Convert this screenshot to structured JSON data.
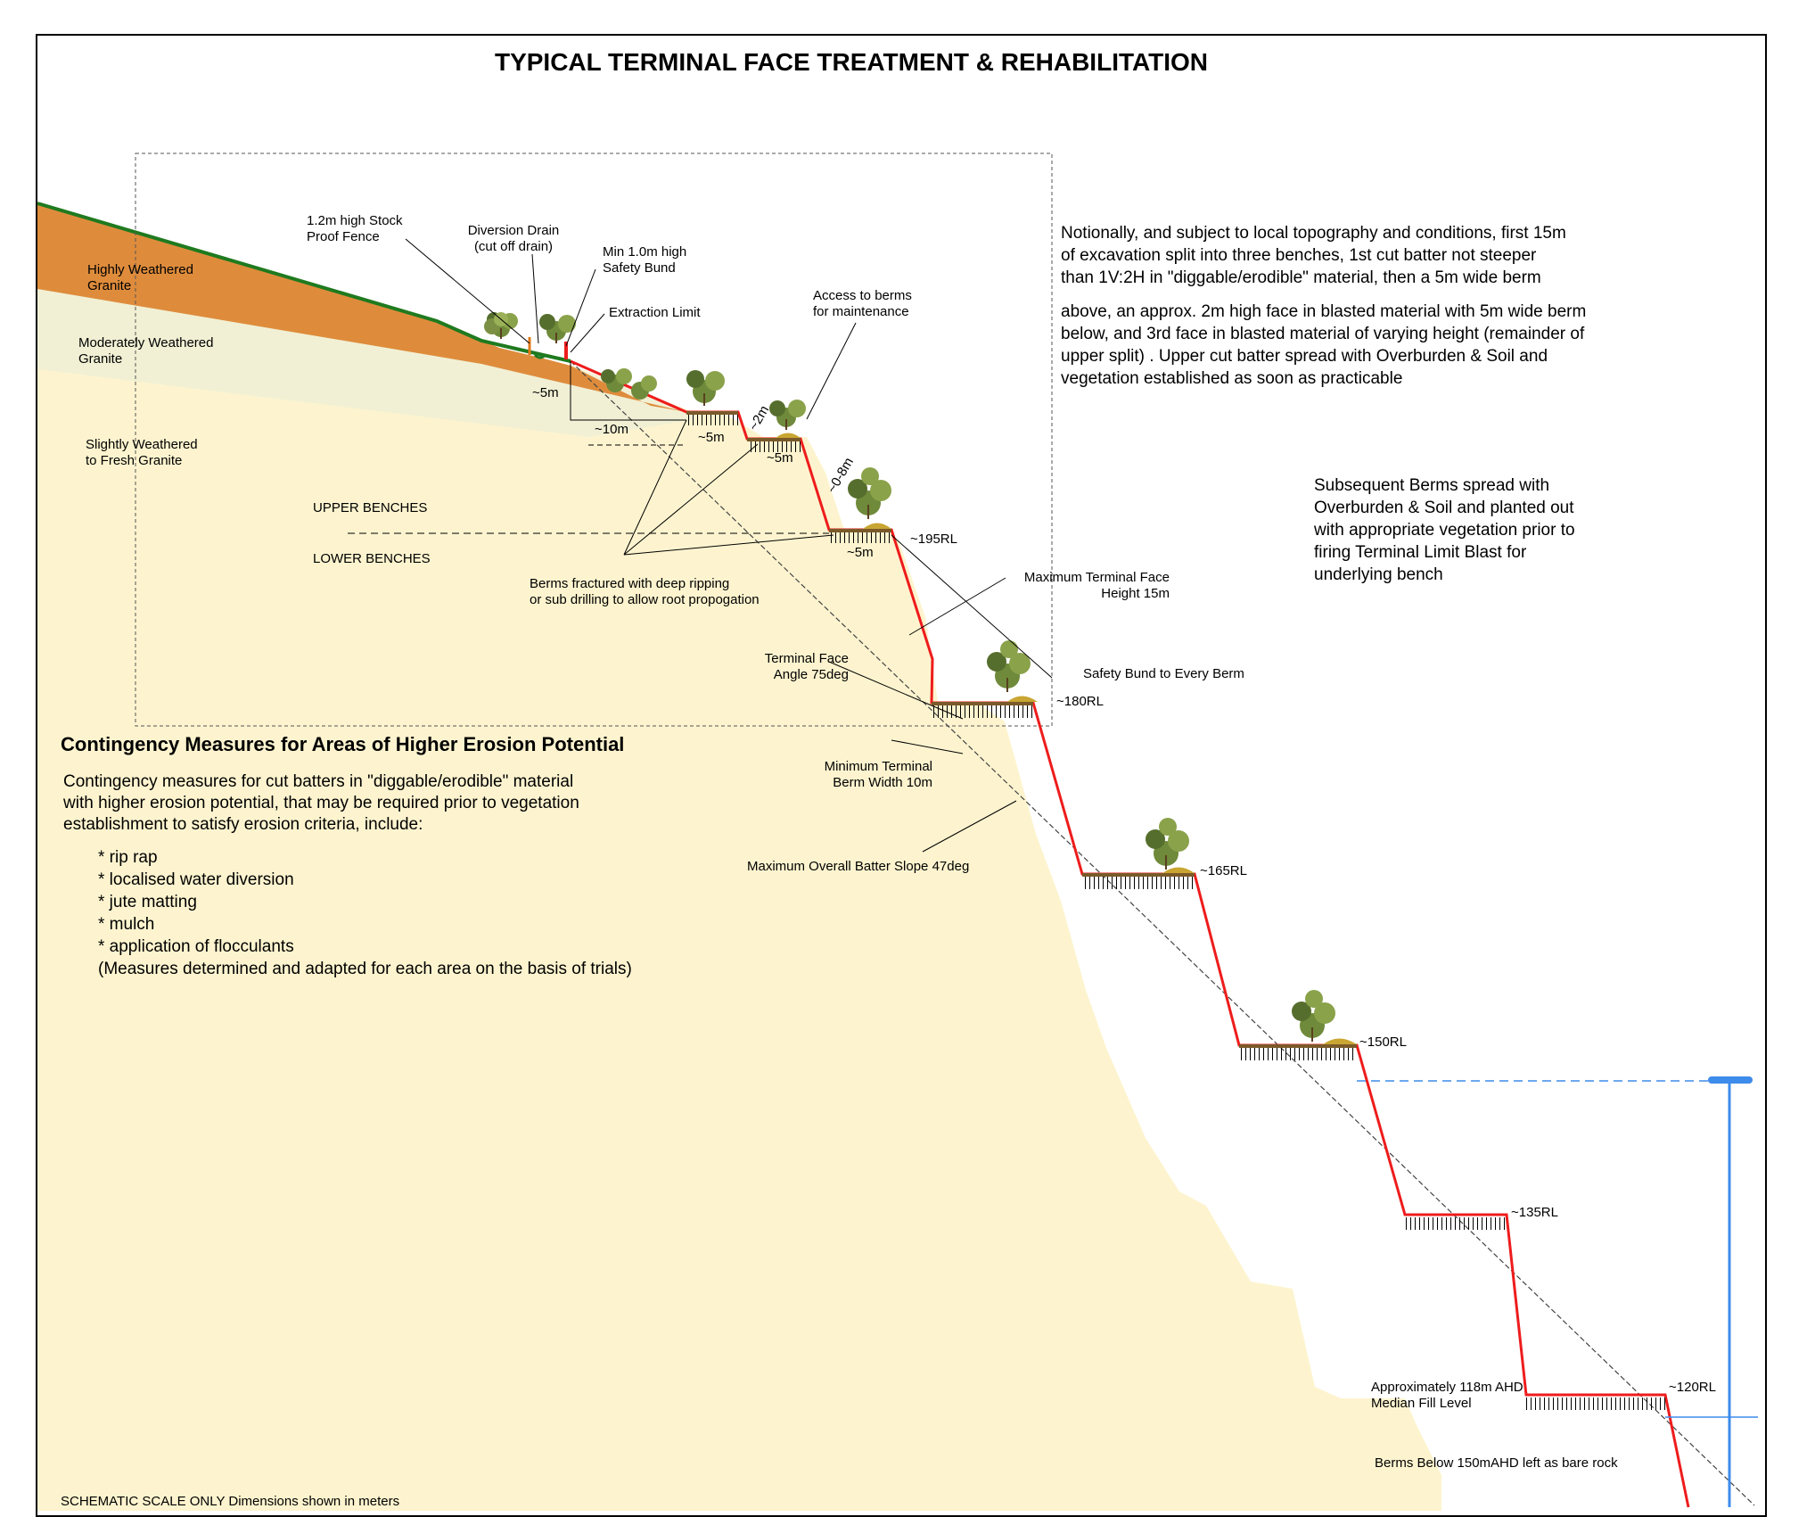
{
  "title": "TYPICAL  TERMINAL FACE TREATMENT & REHABILITATION",
  "colors": {
    "rock": "#fdf4cf",
    "highly_weathered": "#de8c3c",
    "moderately_weathered": "#f1f0d4",
    "ground_line": "#1f7a1f",
    "face_line": "#ee1c1c",
    "water": "#3d8bea",
    "bund": "#c9a532"
  },
  "strata": {
    "highly": "Highly Weathered\nGranite",
    "moderately": "Moderately Weathered\nGranite",
    "slightly": "Slightly Weathered\nto Fresh Granite"
  },
  "zones": {
    "upper": "UPPER BENCHES",
    "lower": "LOWER BENCHES"
  },
  "callouts": {
    "fence": "1.2m high Stock\nProof Fence",
    "drain": "Diversion Drain\n(cut off drain)",
    "bund": "Min 1.0m high\nSafety Bund",
    "extraction": "Extraction Limit",
    "access": "Access to berms\nfor maintenance",
    "fractured": "Berms fractured with deep ripping\nor sub drilling to allow root propogation",
    "face_height": "Maximum Terminal Face\nHeight 15m",
    "face_angle": "Terminal Face\nAngle 75deg",
    "safety_bund_every": "Safety Bund to Every Berm",
    "berm_width": "Minimum Terminal\nBerm Width 10m",
    "overall_slope": "Maximum  Overall Batter Slope 47deg",
    "fill_level": "Approximately 118m AHD\nMedian Fill Level",
    "bare_rock": "Berms Below 150mAHD left as bare rock",
    "scale": "SCHEMATIC  SCALE ONLY  Dimensions shown in meters"
  },
  "dims": {
    "d5m_a": "~5m",
    "d10m": "~10m",
    "d5m_b": "~5m",
    "d2m": "~2m",
    "d5m_c": "~5m",
    "d08m": "~0-8m",
    "d5m_d": "~5m"
  },
  "rl_levels": [
    "~195RL",
    "~180RL",
    "~165RL",
    "~150RL",
    "~135RL",
    "~120RL"
  ],
  "notes": {
    "note1": "Notionally, and subject to local topography and conditions, first 15m\nof excavation split into three benches, 1st cut batter not steeper\nthan 1V:2H in \"diggable/erodible\" material, then a 5m wide berm",
    "note2": "above, an approx. 2m high face in blasted material with 5m wide berm\nbelow, and 3rd face in blasted material of varying height (remainder of\nupper split) . Upper cut batter spread with Overburden & Soil and\nvegetation established as soon as practicable",
    "note3": "Subsequent Berms spread with\nOverburden & Soil and planted out\nwith appropriate vegetation prior to\nfiring Terminal Limit Blast for\nunderlying bench"
  },
  "contingency": {
    "heading": "Contingency Measures for Areas of Higher Erosion Potential",
    "intro": "Contingency measures for cut batters in \"diggable/erodible\" material\nwith higher erosion potential, that may be required prior to vegetation\nestablishment to satisfy erosion criteria, include:",
    "items": [
      "*  rip rap",
      "*  localised water diversion",
      "*  jute matting",
      "*  mulch",
      "*  application of flocculants"
    ],
    "footer": "(Measures determined and adapted for each area on the basis of trials)"
  }
}
